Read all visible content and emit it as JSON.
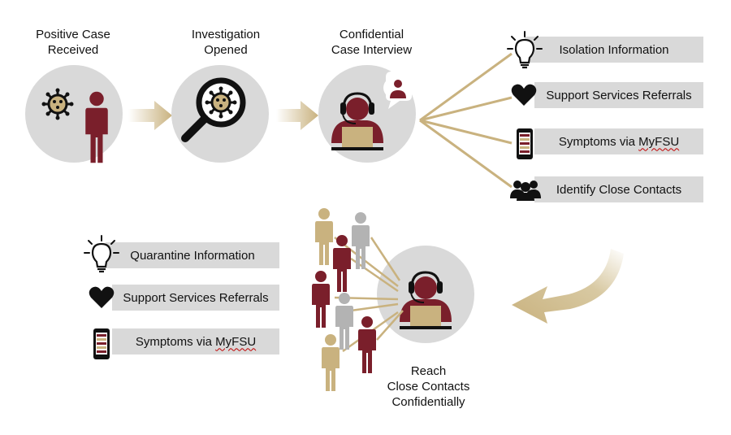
{
  "steps": {
    "positive_case": "Positive Case\nReceived",
    "investigation": "Investigation\nOpened",
    "interview": "Confidential\nCase Interview",
    "reach": "Reach\nClose Contacts\nConfidentially"
  },
  "case_outcomes": [
    {
      "icon": "lightbulb-icon",
      "label": "Isolation Information"
    },
    {
      "icon": "heart-icon",
      "label": "Support Services Referrals"
    },
    {
      "icon": "phone-icon",
      "label": "Symptoms via MyFSU"
    },
    {
      "icon": "people-group-icon",
      "label": "Identify Close Contacts"
    }
  ],
  "contact_outcomes": [
    {
      "icon": "lightbulb-icon",
      "label": "Quarantine Information"
    },
    {
      "icon": "heart-icon",
      "label": "Support Services Referrals"
    },
    {
      "icon": "phone-icon",
      "label": "Symptoms via MyFSU"
    }
  ],
  "colors": {
    "gold": "#c9b27f",
    "garnet": "#7a1f2b",
    "circle_gray": "#d9d9d9",
    "person_gray": "#b3b3b3",
    "text": "#111111"
  }
}
